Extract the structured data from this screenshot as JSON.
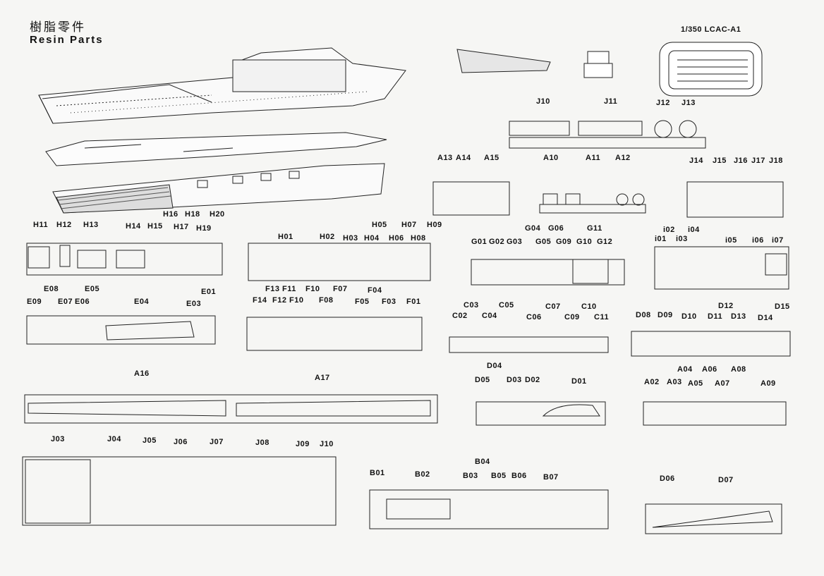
{
  "header": {
    "title_zh": "樹脂零件",
    "title_en": "Resin Parts"
  },
  "lcac_label": "1/350 LCAC-A1",
  "part_labels": [
    "J10",
    "J11",
    "J12",
    "J13",
    "A13",
    "A14",
    "A15",
    "A10",
    "A11",
    "A12",
    "J14",
    "J15",
    "J16",
    "J17",
    "J18",
    "H11",
    "H12",
    "H13",
    "H14",
    "H15",
    "H16",
    "H17",
    "H18",
    "H19",
    "H20",
    "H01",
    "H02",
    "H03",
    "H04",
    "H05",
    "H06",
    "H07",
    "H08",
    "H09",
    "G01",
    "G02",
    "G03",
    "G04",
    "G05",
    "G06",
    "G09",
    "G10",
    "G11",
    "G12",
    "i01",
    "i02",
    "i03",
    "i04",
    "i05",
    "i06",
    "i07",
    "E09",
    "E08",
    "E07",
    "E06",
    "E05",
    "E04",
    "E03",
    "E01",
    "F14",
    "F13",
    "F12",
    "F11",
    "F10",
    "F10",
    "F08",
    "F07",
    "F05",
    "F04",
    "F03",
    "F01",
    "C02",
    "C03",
    "C04",
    "C05",
    "C06",
    "C07",
    "C09",
    "C10",
    "C11",
    "D08",
    "D09",
    "D10",
    "D11",
    "D12",
    "D13",
    "D14",
    "D15",
    "A16",
    "A17",
    "D05",
    "D04",
    "D03",
    "D02",
    "D01",
    "A02",
    "A03",
    "A04",
    "A05",
    "A06",
    "A07",
    "A08",
    "A09",
    "J03",
    "J04",
    "J05",
    "J06",
    "J07",
    "J08",
    "J09",
    "J10",
    "B01",
    "B02",
    "B03",
    "B04",
    "B05",
    "B06",
    "B07",
    "D06",
    "D07"
  ]
}
